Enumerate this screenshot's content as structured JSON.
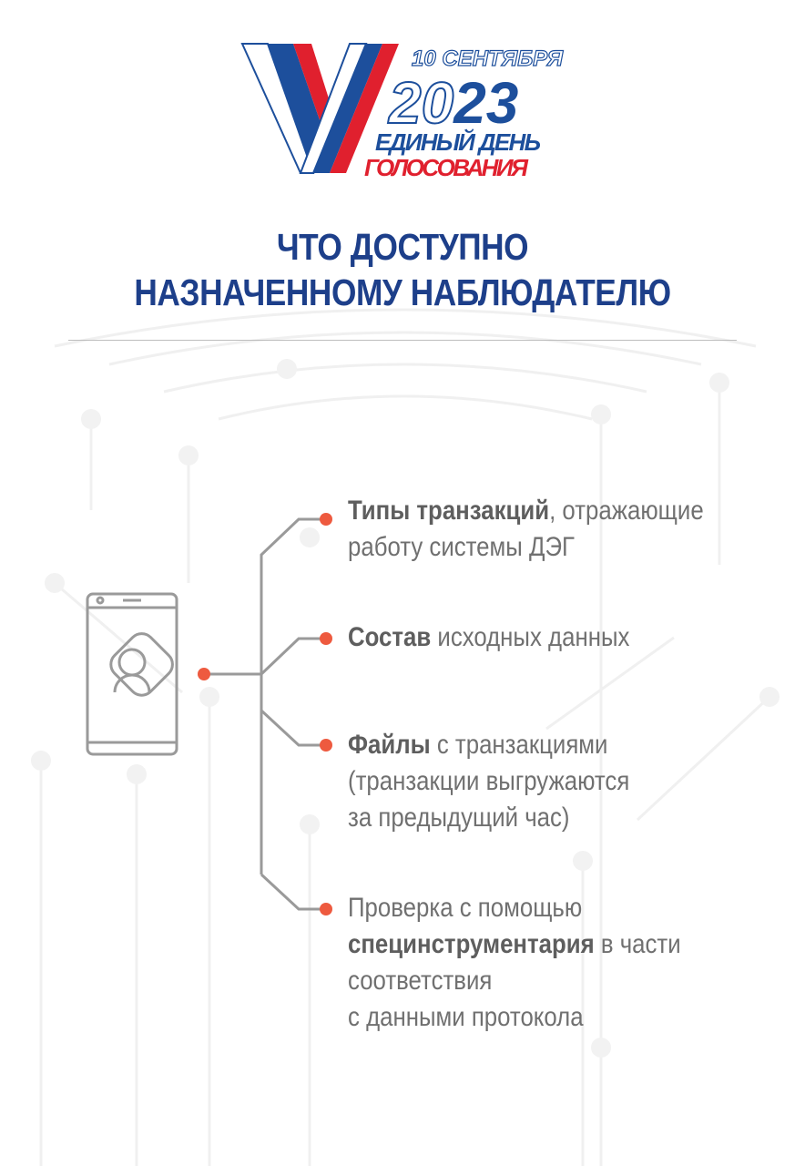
{
  "logo": {
    "date": "10 СЕНТЯБРЯ",
    "year_outline": "20",
    "year_solid": "23",
    "line1": "ЕДИНЫЙ ДЕНЬ",
    "line2": "ГОЛОСОВАНИЯ",
    "colors": {
      "blue": "#1d4f9c",
      "red": "#e0202e",
      "white": "#ffffff"
    }
  },
  "title": {
    "line1": "ЧТО ДОСТУПНО",
    "line2": "НАЗНАЧЕННОМУ НАБЛЮДАТЕЛЮ"
  },
  "diagram": {
    "root_icon": "smartphone-user-icon",
    "items": [
      {
        "bold": "Типы транзакций",
        "rest": ", отражающие",
        "line2": "работу системы ДЭГ"
      },
      {
        "bold": "Состав",
        "rest": " исходных данных"
      },
      {
        "bold": "Файлы",
        "rest": " с транзакциями",
        "line2": "(транзакции выгружаются",
        "line3": "за предыдущий час)"
      },
      {
        "pre": "Проверка с помощью",
        "bold": "специнструментария",
        "rest": " в части",
        "line3": "соответствия",
        "line4": "с данными протокола"
      }
    ],
    "colors": {
      "accent": "#ee5a3f",
      "line": "#9a9a9a",
      "text": "#707070",
      "title": "#1d3f8a"
    }
  }
}
